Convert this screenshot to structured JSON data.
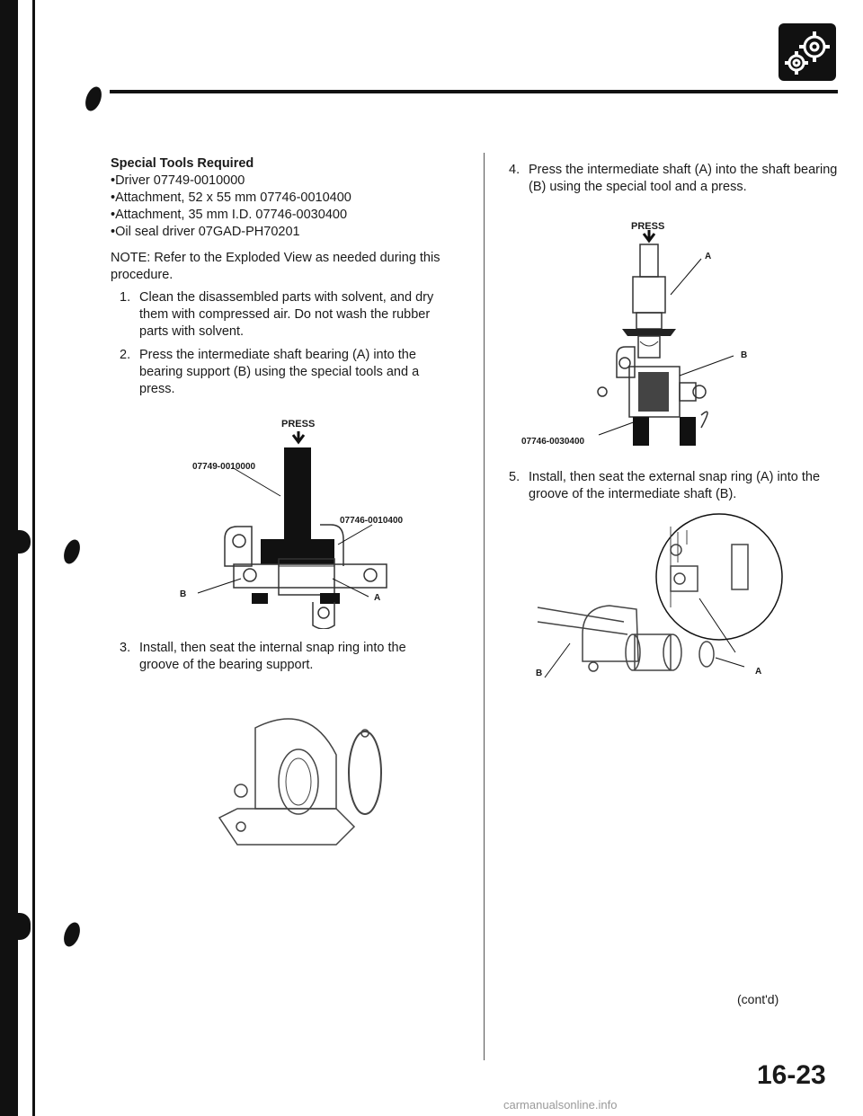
{
  "special_tools": {
    "heading": "Special Tools Required",
    "items": [
      "Driver 07749-0010000",
      "Attachment, 52 x 55 mm 07746-0010400",
      "Attachment, 35 mm I.D. 07746-0030400",
      "Oil seal driver 07GAD-PH70201"
    ]
  },
  "note": "NOTE: Refer to the Exploded View as needed during this procedure.",
  "steps": [
    {
      "num": "1.",
      "text": "Clean the disassembled parts with solvent, and dry them with compressed air. Do not wash the rubber parts with solvent."
    },
    {
      "num": "2.",
      "text": "Press the intermediate shaft bearing (A) into the bearing support (B) using the special tools and a press."
    },
    {
      "num": "3.",
      "text": "Install, then seat the internal snap ring into the groove of the bearing support."
    },
    {
      "num": "4.",
      "text": "Press the intermediate shaft (A) into the shaft bearing (B) using the special tool and a press."
    },
    {
      "num": "5.",
      "text": "Install, then seat the external snap ring (A) into the groove of the intermediate shaft (B)."
    }
  ],
  "figures": {
    "fig2": {
      "press": "PRESS",
      "driver": "07749-0010000",
      "attachment": "07746-0010400",
      "label_b": "B",
      "label_a": "A"
    },
    "fig4": {
      "press": "PRESS",
      "label_a": "A",
      "label_b": "B",
      "attachment": "07746-0030400"
    },
    "fig5": {
      "label_b": "B",
      "label_a": "A"
    }
  },
  "footer": {
    "contd": "(cont'd)",
    "page": "16-23",
    "watermark": "carmanualsonline.info"
  }
}
